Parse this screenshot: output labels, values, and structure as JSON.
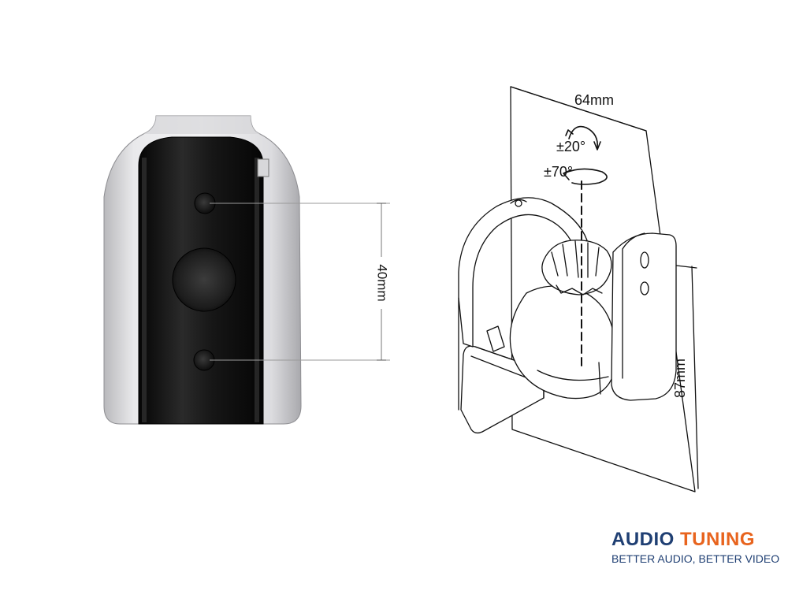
{
  "photo": {
    "hole_spacing_label": "40mm"
  },
  "drawing": {
    "width_label": "64mm",
    "height_label": "87mm",
    "tilt_label": "±20°",
    "swivel_label": "±70°"
  },
  "brand": {
    "word1": "AUDIO",
    "word2": "TUNING",
    "tagline": "BETTER AUDIO, BETTER VIDEO",
    "color_primary": "#1f3f73",
    "color_accent": "#e8641e"
  }
}
